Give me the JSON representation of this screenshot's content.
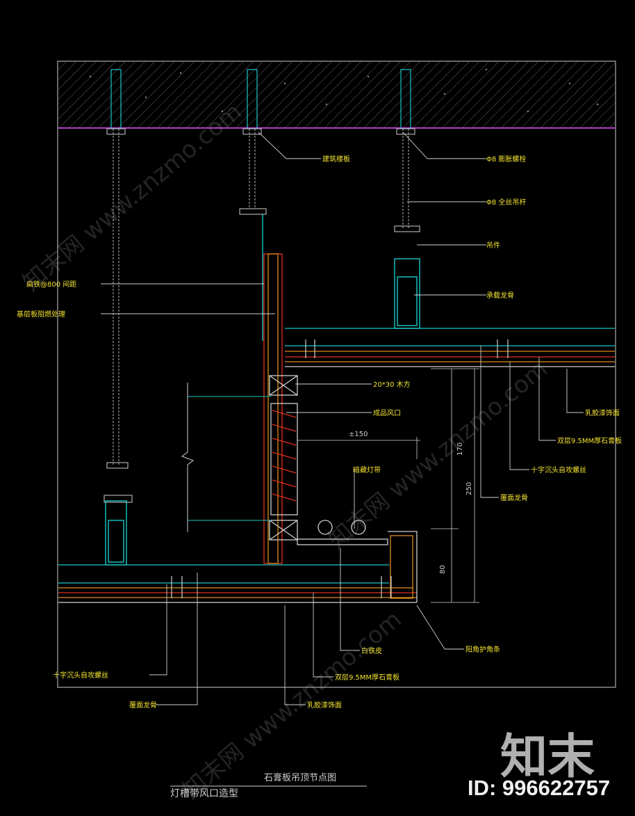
{
  "colors": {
    "background": "#000000",
    "text": "#f2e230",
    "frame": "#ffffff",
    "slab_line": "#b23cc8",
    "cyan": "#19c8c8",
    "red": "#e03020",
    "orange": "#e08a20",
    "green": "#30c030"
  },
  "labels": {
    "building_slab": "建筑楼板",
    "expansion_bolt": "Φ8 膨胀螺栓",
    "threaded_rod": "Φ8 全丝吊杆",
    "hanger": "吊件",
    "main_keel": "承载龙骨",
    "flat_iron": "扁铁@800 间距",
    "base_board": "基层板阻燃处理",
    "wood_strip": "20*30 木方",
    "vent": "成品风口",
    "dim_150": "±150",
    "hidden_light": "暗藏灯带",
    "latex_paint_r": "乳胶漆饰面",
    "gypsum_r": "双层9.5MM厚石膏板",
    "screw_r": "十字沉头自攻螺丝",
    "cover_keel_r": "覆面龙骨",
    "dim_170": "170",
    "dim_250": "250",
    "dim_80": "80",
    "screw_l": "十字沉头自攻螺丝",
    "cover_keel_l": "覆面龙骨",
    "white_iron": "白铁皮",
    "gypsum_b": "双层9.5MM厚石膏板",
    "latex_paint_b": "乳胶漆饰面",
    "corner_strip": "阳角护角条",
    "title": "石膏板吊顶节点图",
    "subtitle": "灯槽带风口造型"
  },
  "watermark": {
    "logo": "知末",
    "id": "ID: 996622757",
    "site": "知末网 www.znzmo.com"
  }
}
